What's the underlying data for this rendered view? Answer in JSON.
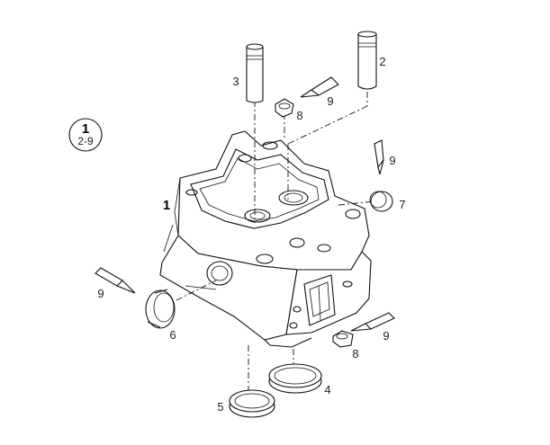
{
  "diagram": {
    "reference": {
      "number": "1",
      "pages": "2-9"
    },
    "assembly_marker": "1",
    "callouts": {
      "p2": "2",
      "p3": "3",
      "p4": "4",
      "p5": "5",
      "p6": "6",
      "p7": "7",
      "p8a": "8",
      "p8b": "8",
      "p9a": "9",
      "p9b": "9",
      "p9c": "9",
      "p9d": "9"
    }
  }
}
